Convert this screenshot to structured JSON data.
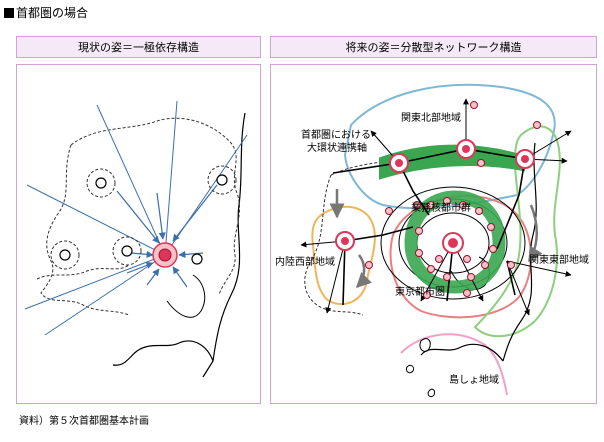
{
  "title": "首都圏の場合",
  "left_panel": {
    "heading": "現状の姿＝一極依存構造"
  },
  "right_panel": {
    "heading": "将来の姿＝分散型ネットワーク構造",
    "labels": {
      "north_kanto": "関東北部地域",
      "axis_line1": "首都圏における",
      "axis_line2": "大環状連携軸",
      "core_cities": "業務核都市群",
      "inland_west": "内陸西部地域",
      "east_kanto": "関東東部地域",
      "tokyo_metro": "東京都市圏",
      "islands": "島しょ地域"
    },
    "colors": {
      "north_zone": "#7fb7d6",
      "tokyo_zone": "#e98080",
      "west_zone": "#f0b45c",
      "east_zone": "#8dcf7e",
      "island_zone": "#f2a0c8",
      "axis_band": "#3aa650",
      "node_ring": "#e0355a"
    }
  },
  "source": "資料）第５次首都圏基本計画"
}
